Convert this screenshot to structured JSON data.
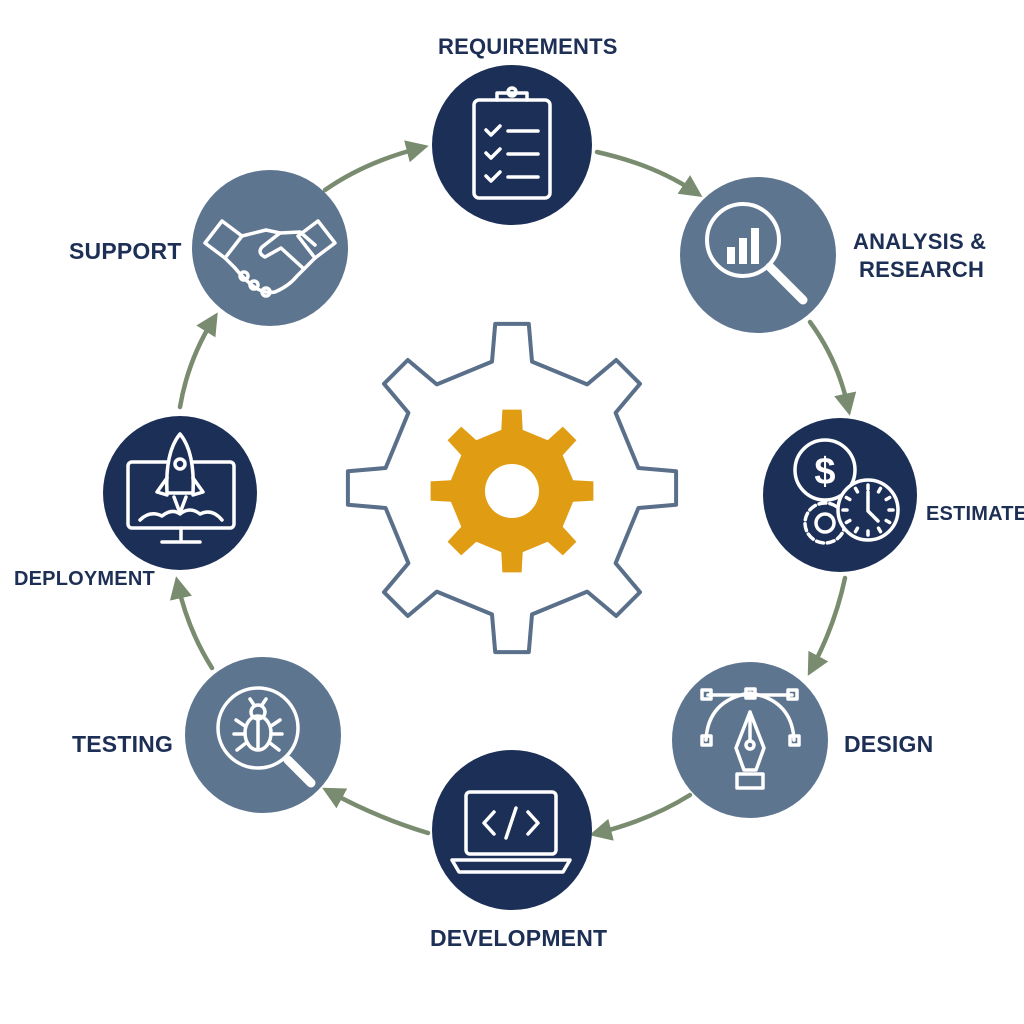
{
  "colors": {
    "navy": "#1c2f57",
    "slate": "#5e7590",
    "arrow": "#7a8c70",
    "gear_outline": "#5a6f8a",
    "gear_center": "#e09c12",
    "label": "#1d2f55",
    "icon_stroke": "#ffffff"
  },
  "center": {
    "icon": "gear-icon"
  },
  "stages": [
    {
      "id": "requirements",
      "label_lines": [
        "REQUIREMENTS"
      ],
      "icon": "clipboard-checklist-icon",
      "fill": "navy"
    },
    {
      "id": "analysis",
      "label_lines": [
        "ANALYSIS &",
        "RESEARCH"
      ],
      "icon": "magnifier-chart-icon",
      "fill": "slate"
    },
    {
      "id": "estimate",
      "label_lines": [
        "ESTIMATE"
      ],
      "icon": "dollar-clock-gear-icon",
      "fill": "navy"
    },
    {
      "id": "design",
      "label_lines": [
        "DESIGN"
      ],
      "icon": "pen-nib-bezier-icon",
      "fill": "slate"
    },
    {
      "id": "development",
      "label_lines": [
        "DEVELOPMENT"
      ],
      "icon": "laptop-code-icon",
      "fill": "navy"
    },
    {
      "id": "testing",
      "label_lines": [
        "TESTING"
      ],
      "icon": "bug-magnifier-icon",
      "fill": "slate"
    },
    {
      "id": "deployment",
      "label_lines": [
        "DEPLOYMENT"
      ],
      "icon": "rocket-monitor-icon",
      "fill": "navy"
    },
    {
      "id": "support",
      "label_lines": [
        "SUPPORT"
      ],
      "icon": "handshake-icon",
      "fill": "slate"
    }
  ]
}
